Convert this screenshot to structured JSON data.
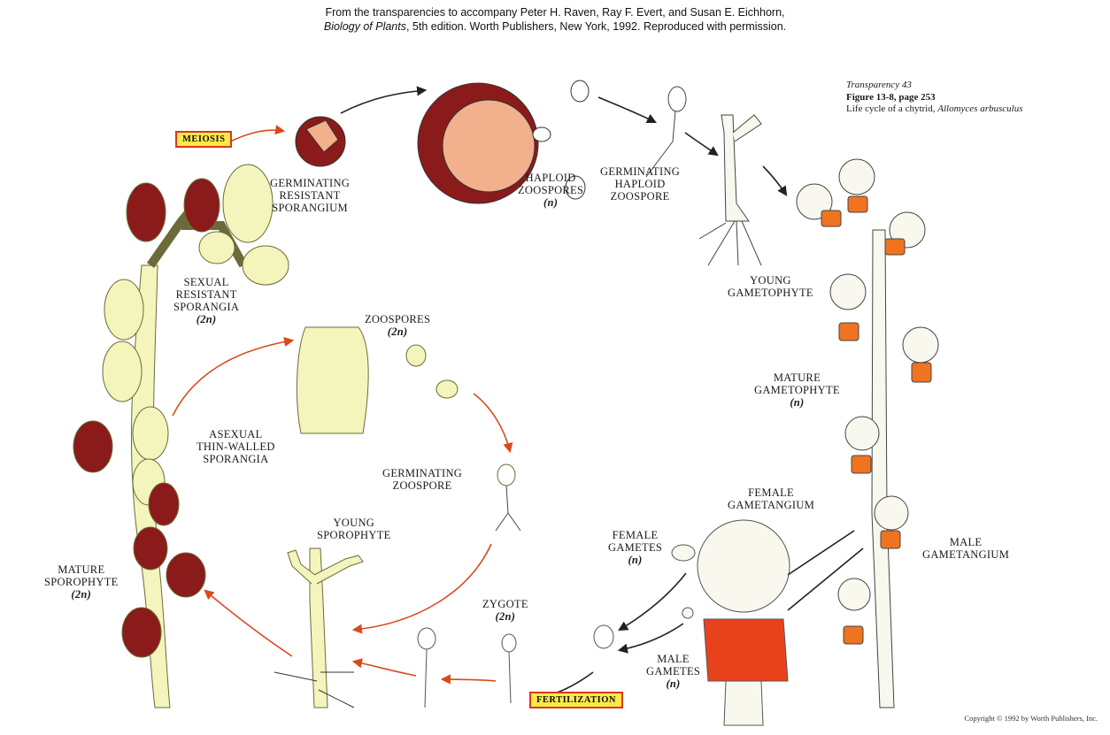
{
  "credit": {
    "line1": "From the transparencies to accompany Peter H. Raven, Ray F. Evert, and Susan E. Eichhorn,",
    "book_title": "Biology of Plants",
    "line2_rest": ", 5th edition.  Worth Publishers, New York, 1992.  Reproduced with permission."
  },
  "figure_info": {
    "transparency": "Transparency 43",
    "figure": "Figure 13-8, page 253",
    "caption_prefix": "Life cycle of a chytrid, ",
    "species": "Allomyces arbusculus"
  },
  "tags": {
    "meiosis": "MEIOSIS",
    "fertilization": "FERTILIZATION"
  },
  "labels": {
    "germinating_resistant": [
      "GERMINATING",
      "RESISTANT",
      "SPORANGIUM"
    ],
    "haploid_zoospores": [
      "HAPLOID",
      "ZOOSPORES"
    ],
    "haploid_zoospores_ploidy": "(n)",
    "germinating_haploid": [
      "GERMINATING",
      "HAPLOID",
      "ZOOSPORE"
    ],
    "young_gametophyte": [
      "YOUNG",
      "GAMETOPHYTE"
    ],
    "sexual_resistant": [
      "SEXUAL",
      "RESISTANT",
      "SPORANGIA"
    ],
    "sexual_resistant_ploidy": "(2n)",
    "zoospores": [
      "ZOOSPORES"
    ],
    "zoospores_ploidy": "(2n)",
    "mature_gametophyte": [
      "MATURE",
      "GAMETOPHYTE"
    ],
    "mature_gametophyte_ploidy": "(n)",
    "asexual_thin_walled": [
      "ASEXUAL",
      "THIN-WALLED",
      "SPORANGIA"
    ],
    "germinating_zoospore": [
      "GERMINATING",
      "ZOOSPORE"
    ],
    "female_gametangium": [
      "FEMALE",
      "GAMETANGIUM"
    ],
    "young_sporophyte": [
      "YOUNG",
      "SPOROPHYTE"
    ],
    "female_gametes": [
      "FEMALE",
      "GAMETES"
    ],
    "female_gametes_ploidy": "(n)",
    "male_gametangium": [
      "MALE",
      "GAMETANGIUM"
    ],
    "mature_sporophyte": [
      "MATURE",
      "SPOROPHYTE"
    ],
    "mature_sporophyte_ploidy": "(2n)",
    "zygote": [
      "ZYGOTE"
    ],
    "zygote_ploidy": "(2n)",
    "male_gametes": [
      "MALE",
      "GAMETES"
    ],
    "male_gametes_ploidy": "(n)"
  },
  "copyright": "Copyright © 1992 by Worth Publishers, Inc.",
  "colors": {
    "resistant_sporangium": "#8b1a1a",
    "thin_walled": "#f4f5bd",
    "male_gametangium": "#f07420",
    "gametophyte_body": "#f8f8ee",
    "arrow_red": "#d84a1a",
    "arrow_dark": "#222222",
    "tag_fill": "#fbe94a"
  }
}
